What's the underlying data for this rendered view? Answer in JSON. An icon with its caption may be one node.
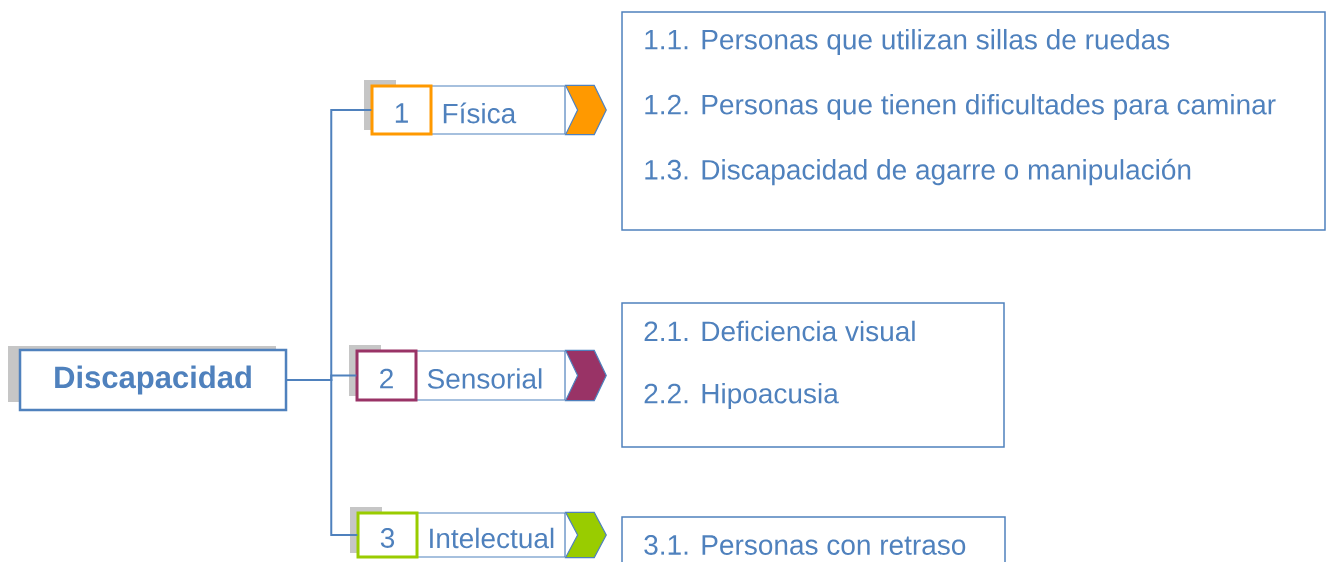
{
  "diagram": {
    "nodes": [
      {
        "text": [
          "Discapacidad"
        ]
      },
      {
        "text": [
          "1",
          "Física"
        ]
      },
      {
        "text": [
          "1.1. Personas que utilizan sillas de ruedas",
          "1.2. Personas que tienen dificultades para caminar",
          "1.3. Discapacidad de agarre o manipulación"
        ]
      },
      {
        "text": [
          "2",
          "Sensorial"
        ]
      },
      {
        "text": [
          "2.1. Deficiencia visual",
          "2.2. Hipoacusia"
        ]
      },
      {
        "text": [
          "3",
          "Intelectual"
        ]
      },
      {
        "text": [
          "3.1. Personas con retraso"
        ]
      }
    ],
    "edges": [
      {
        "from": 0,
        "to": 1,
        "arrow": "none"
      },
      {
        "from": 0,
        "to": 3,
        "arrow": "none"
      },
      {
        "from": 0,
        "to": 5,
        "arrow": "none"
      },
      {
        "from": 1,
        "to": 2,
        "arrow": "to",
        "color": "#ff9900"
      },
      {
        "from": 3,
        "to": 4,
        "arrow": "to",
        "color": "#993366"
      },
      {
        "from": 5,
        "to": 6,
        "arrow": "to",
        "color": "#99cc00"
      }
    ]
  }
}
